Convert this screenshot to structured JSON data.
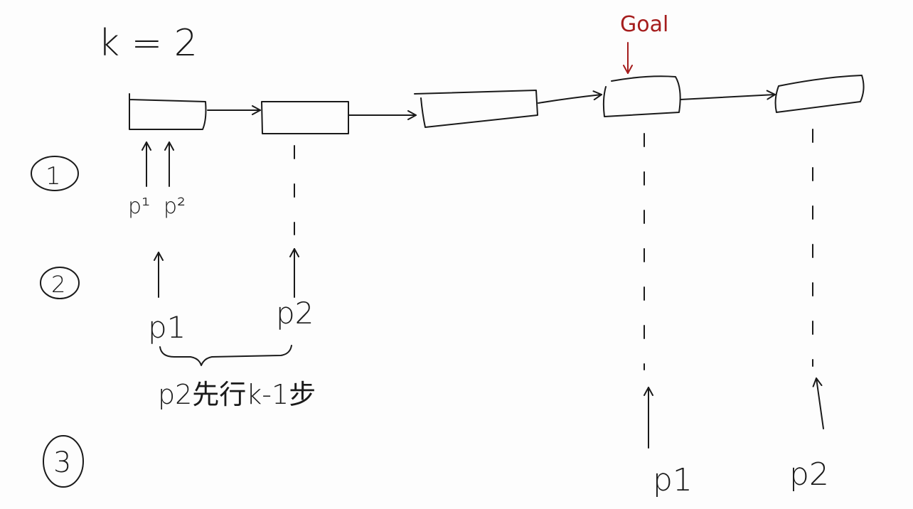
{
  "title": "k = 2",
  "goal_label": "Goal",
  "goal_color": "#a51d1d",
  "ink_color": "#1a1a1a",
  "steps": [
    {
      "label": "1",
      "pointers": [
        "p¹",
        "p²"
      ]
    },
    {
      "label": "2",
      "pointers": [
        "p1",
        "p2"
      ],
      "note": "p2先行k-1步"
    },
    {
      "label": "3",
      "pointers": [
        "p1",
        "p2"
      ]
    }
  ],
  "node_count": 5
}
